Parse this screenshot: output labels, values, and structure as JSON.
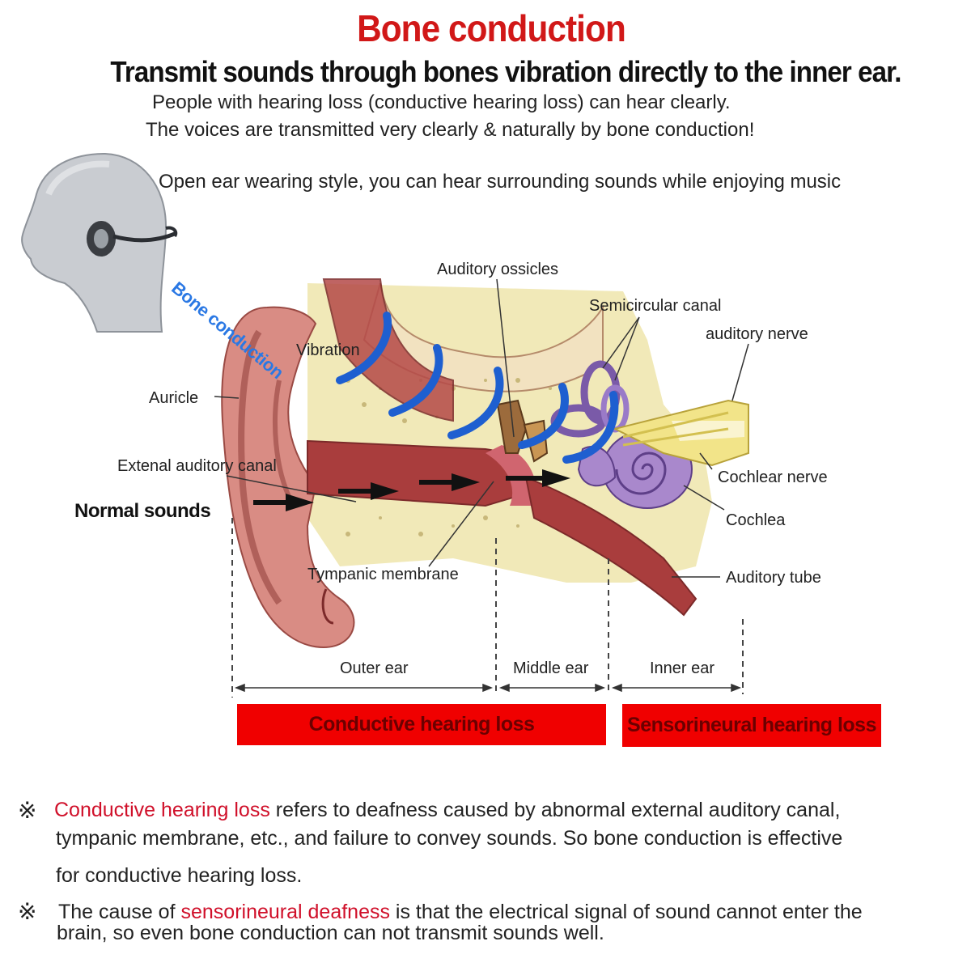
{
  "heading": {
    "title": "Bone conduction",
    "subtitle": "Transmit sounds through bones vibration directly to the inner ear."
  },
  "intro": {
    "line1": "People with hearing loss (conductive hearing loss) can hear clearly.",
    "line2": "The voices are transmitted very clearly & naturally by bone conduction!",
    "line3": "Open ear wearing style, you can hear surrounding sounds while enjoying music"
  },
  "diagram": {
    "bone_conduction_label": "Bone conduction",
    "labels": {
      "auditory_ossicles": "Auditory ossicles",
      "semicircular_canal": "Semicircular canal",
      "auditory_nerve": "auditory nerve",
      "vibration": "Vibration",
      "auricle": "Auricle",
      "external_canal": "Extenal auditory canal",
      "normal_sounds": "Normal sounds",
      "cochlear_nerve": "Cochlear nerve",
      "cochlea": "Cochlea",
      "tympanic_membrane": "Tympanic membrane",
      "auditory_tube": "Auditory tube"
    },
    "regions": {
      "outer": "Outer ear",
      "middle": "Middle ear",
      "inner": "Inner ear"
    },
    "loss_boxes": {
      "conductive": "Conductive hearing loss",
      "sensorineural": "Sensorineural hearing loss"
    },
    "colors": {
      "red_box": "#f00000",
      "wave_blue": "#1e5fd0",
      "title_red": "#d11818"
    }
  },
  "notes": {
    "mark": "※",
    "note1": {
      "highlight": "Conductive hearing loss",
      "rest1": " refers to deafness caused by abnormal external auditory canal,",
      "line2": "tympanic membrane, etc., and failure to convey sounds. So bone conduction is effective",
      "line3": "for conductive hearing loss."
    },
    "note2": {
      "pre": "The cause of ",
      "highlight": "sensorineural deafness",
      "rest1": " is that the electrical signal of sound cannot enter the",
      "line2": "brain, so even bone conduction can not transmit sounds well."
    }
  }
}
